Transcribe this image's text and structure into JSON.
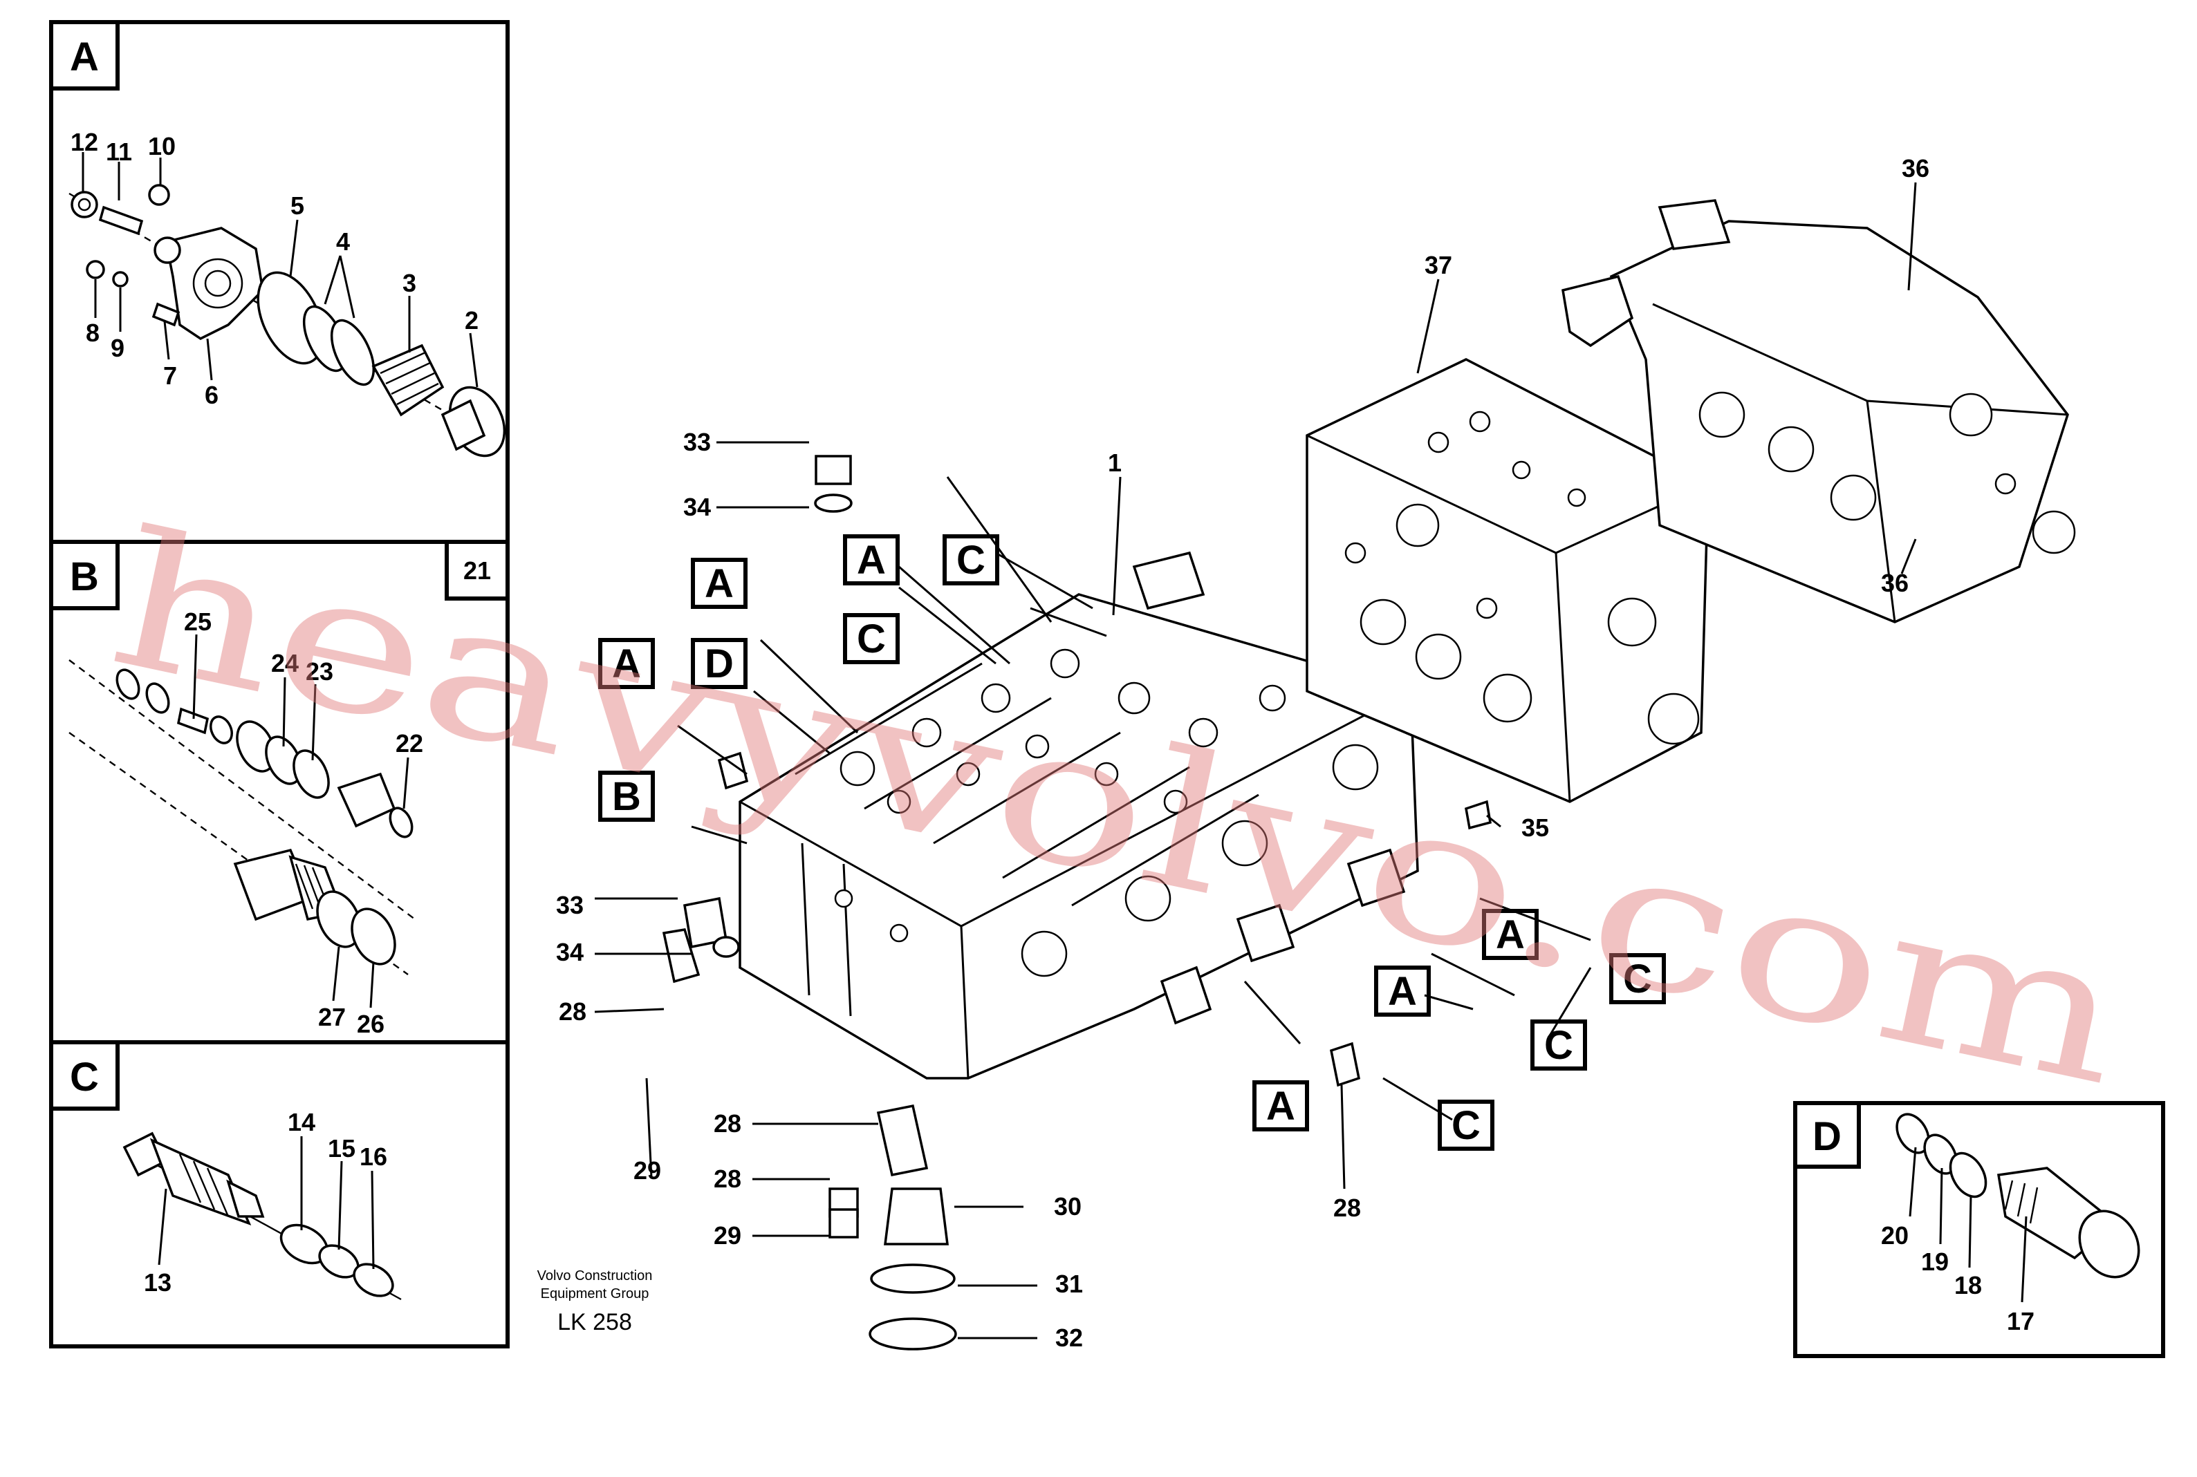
{
  "insets": {
    "a": {
      "key": "A",
      "labels": {
        "n2": "2",
        "n3": "3",
        "n4": "4",
        "n5": "5",
        "n6": "6",
        "n7": "7",
        "n8": "8",
        "n9": "9",
        "n10": "10",
        "n11": "11",
        "n12": "12"
      }
    },
    "b": {
      "key": "B",
      "ref": "21",
      "labels": {
        "n22": "22",
        "n23": "23",
        "n24": "24",
        "n25": "25",
        "n26": "26",
        "n27": "27"
      }
    },
    "c": {
      "key": "C",
      "labels": {
        "n13": "13",
        "n14": "14",
        "n15": "15",
        "n16": "16"
      }
    },
    "d": {
      "key": "D",
      "labels": {
        "n17": "17",
        "n18": "18",
        "n19": "19",
        "n20": "20"
      }
    }
  },
  "main": {
    "labels": {
      "n1": "1",
      "n28a": "28",
      "n28b": "28",
      "n28c": "28",
      "n28d": "28",
      "n29a": "29",
      "n29b": "29",
      "n30": "30",
      "n31": "31",
      "n32": "32",
      "n33a": "33",
      "n33b": "33",
      "n34a": "34",
      "n34b": "34",
      "n35": "35",
      "n36a": "36",
      "n36b": "36",
      "n37": "37"
    },
    "callouts": {
      "a1": "A",
      "a2": "A",
      "a3": "A",
      "a4": "A",
      "a5": "A",
      "a6": "A",
      "b1": "B",
      "c1": "C",
      "c2": "C",
      "c3": "C",
      "c4": "C",
      "c5": "C",
      "d1": "D"
    }
  },
  "credit": {
    "line1": "Volvo Construction",
    "line2": "Equipment Group",
    "code": "LK 258"
  },
  "watermark": "heavyvolvo.com"
}
